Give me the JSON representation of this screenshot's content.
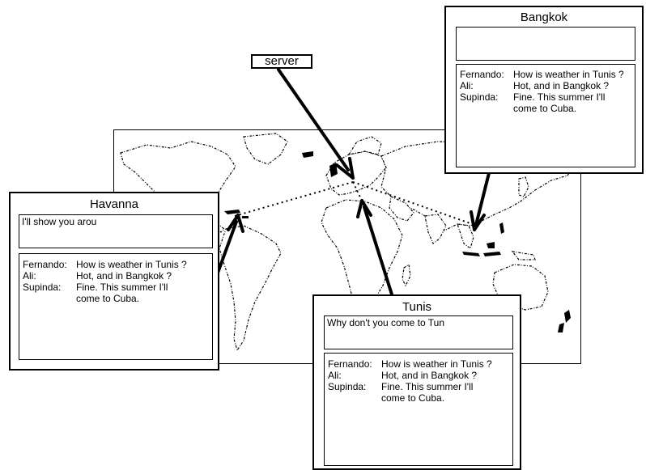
{
  "server_label": "server",
  "windows": {
    "havanna": {
      "title": "Havanna",
      "input_value": "I'll show you arou"
    },
    "tunis": {
      "title": "Tunis",
      "input_value": "Why don't you come to Tun"
    },
    "bangkok": {
      "title": "Bangkok",
      "input_value": ""
    }
  },
  "chat_log": [
    {
      "speaker": "Fernando:",
      "lines": [
        "How is weather in Tunis ?"
      ]
    },
    {
      "speaker": "Ali:",
      "lines": [
        "Hot, and in Bangkok ?"
      ]
    },
    {
      "speaker": "Supinda:",
      "lines": [
        "Fine. This summer I'll",
        "come to Cuba."
      ]
    }
  ]
}
